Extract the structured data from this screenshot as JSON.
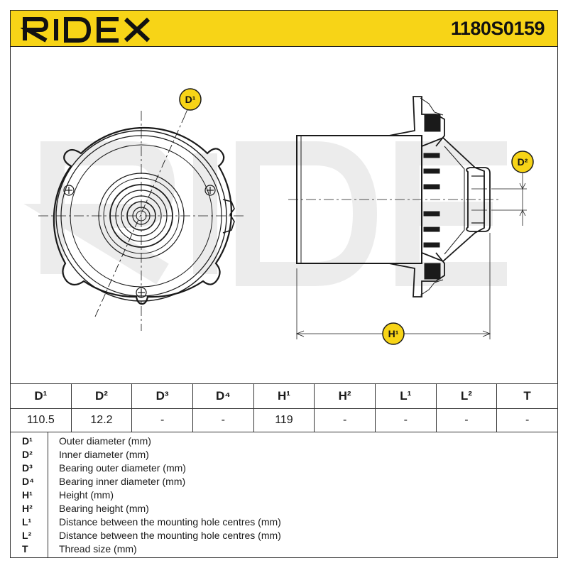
{
  "brand": {
    "logo_text": "RIDEX",
    "accent": "#f7d417",
    "part_number": "1180S0159"
  },
  "drawing": {
    "labels": {
      "d1": "D¹",
      "d2": "D²",
      "h1": "H¹"
    },
    "watermark": "RIDEX"
  },
  "spec_table": {
    "headers": [
      "D¹",
      "D²",
      "D³",
      "D⁴",
      "H¹",
      "H²",
      "L¹",
      "L²",
      "T"
    ],
    "values": [
      "110.5",
      "12.2",
      "-",
      "-",
      "119",
      "-",
      "-",
      "-",
      "-"
    ]
  },
  "legend": [
    {
      "symbol": "D¹",
      "description": "Outer diameter (mm)"
    },
    {
      "symbol": "D²",
      "description": "Inner diameter (mm)"
    },
    {
      "symbol": "D³",
      "description": "Bearing outer diameter (mm)"
    },
    {
      "symbol": "D⁴",
      "description": "Bearing inner diameter (mm)"
    },
    {
      "symbol": "H¹",
      "description": "Height (mm)"
    },
    {
      "symbol": "H²",
      "description": "Bearing height (mm)"
    },
    {
      "symbol": "L¹",
      "description": "Distance between the mounting hole centres (mm)"
    },
    {
      "symbol": "L²",
      "description": "Distance between the mounting hole centres (mm)"
    },
    {
      "symbol": "T",
      "description": "Thread size (mm)"
    }
  ]
}
